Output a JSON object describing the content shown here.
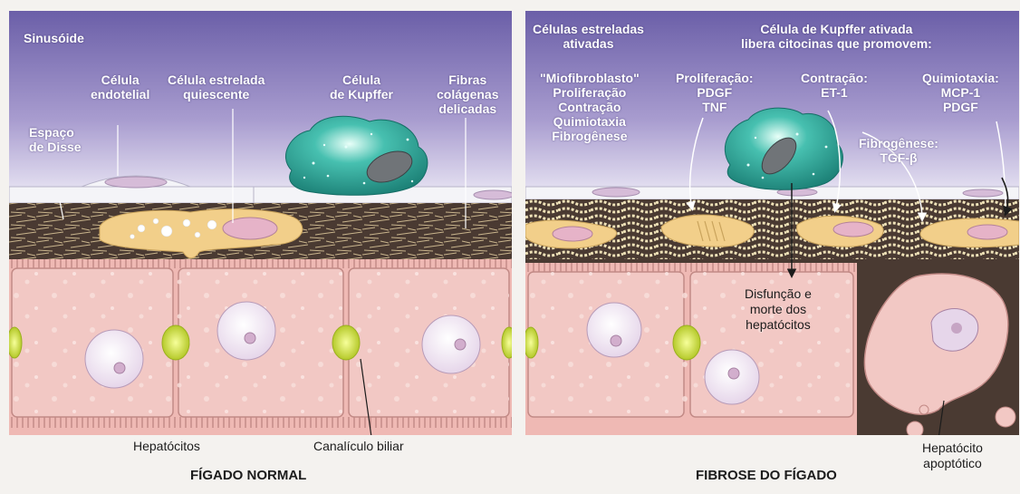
{
  "normal": {
    "sinusoid": "Sinusóide",
    "endothelial": "Célula\nendotelial",
    "quiescent": "Célula estrelada\nquiescente",
    "kupffer": "Célula\nde Kupffer",
    "fibers": "Fibras\ncolágenas\ndelicadas",
    "disse": "Espaço\nde Disse",
    "hepatocytes": "Hepatócitos",
    "canaliculus": "Canalículo biliar",
    "title": "FÍGADO NORMAL"
  },
  "fibrosis": {
    "activated_stellate": "Células estreladas\nativadas",
    "kupffer_activated": "Célula de Kupffer ativada\nlibera citocinas que promovem:",
    "myofibro": "\"Miofibroblasto\"\nProliferação\nContração\nQuimiotaxia\nFibrogênese",
    "proliferation": "Proliferação:\nPDGF\nTNF",
    "contraction": "Contração:\nET-1",
    "chemotaxis": "Quimiotaxia:\nMCP-1\nPDGF",
    "fibrogenesis": "Fibrogênese:\nTGF-β",
    "dysfunction": "Disfunção e\nmorte dos\nhepatócitos",
    "apoptotic": "Hepatócito\napoptótico",
    "title": "FIBROSE DO FÍGADO"
  },
  "colors": {
    "sinusoid_top": "#6b5fa8",
    "sinusoid_bottom": "#d9d4ec",
    "disse_space": "#4a3a32",
    "stellate_cell": "#f2cf8a",
    "kupffer_cell": "#2aa89a",
    "hepatocyte": "#f2c8c4",
    "canaliculus": "#d8e94a"
  }
}
